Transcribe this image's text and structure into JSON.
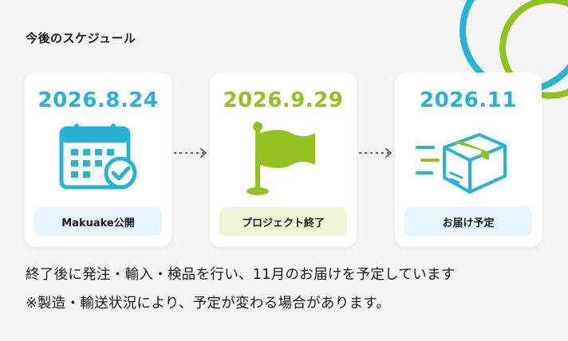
{
  "heading": "今後のスケジュール",
  "colors": {
    "blue": "#27b3d6",
    "green": "#93c11f",
    "blue_label_bg": "#e6f4fb",
    "green_label_bg": "#eef5d6"
  },
  "steps": [
    {
      "date": "2026.8.24",
      "label": "Makuake公開",
      "icon": "calendar-check-icon"
    },
    {
      "date": "2026.9.29",
      "label": "プロジェクト終了",
      "icon": "flag-icon"
    },
    {
      "date": "2026.11",
      "label": "お届け予定",
      "icon": "delivery-box-icon"
    }
  ],
  "notes": [
    "終了後に発注・輸入・検品を行い、11月のお届けを予定しています",
    "※製造・輸送状況により、予定が変わる場合があります。"
  ]
}
